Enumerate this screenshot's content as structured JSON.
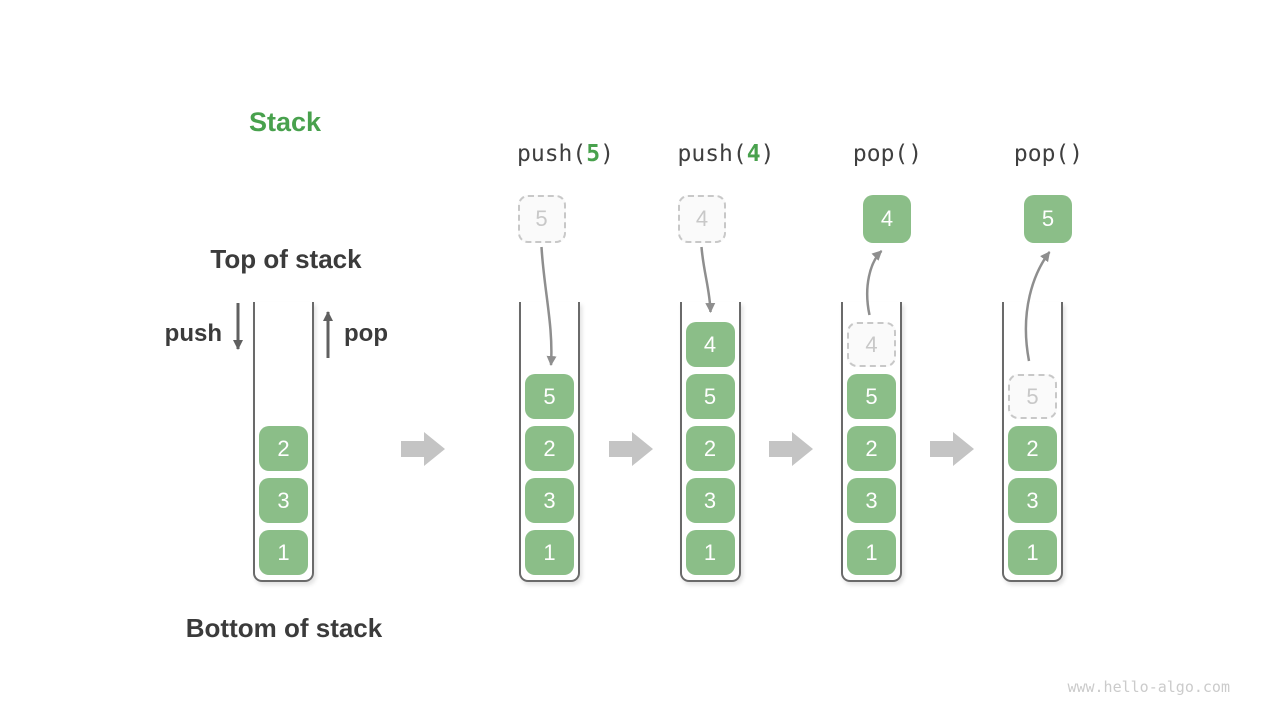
{
  "title": "Stack",
  "labels": {
    "top": "Top of stack",
    "bottom": "Bottom of stack",
    "push": "push",
    "pop": "pop"
  },
  "watermark": "www.hello-algo.com",
  "colors": {
    "box_green": "#8BBE88",
    "accent_green": "#48A14D",
    "dark_text": "#3b3b3b",
    "dashed_gray": "#c8c8c8",
    "wall_gray": "#6a6a6a",
    "curved_arrow_gray": "#8e8e8e",
    "straight_arrow_gray": "#606060",
    "block_arrow_gray": "#c4c4c4",
    "watermark_gray": "#cbcbcb"
  },
  "columns": [
    {
      "id": "initial",
      "op_parts": [],
      "floating": null,
      "stack_top_to_bottom": [
        {
          "value": "2",
          "dashed": false
        },
        {
          "value": "3",
          "dashed": false
        },
        {
          "value": "1",
          "dashed": false
        }
      ]
    },
    {
      "id": "push-5",
      "op_parts": [
        {
          "text": "push(",
          "green": false
        },
        {
          "text": "5",
          "green": true
        },
        {
          "text": ")",
          "green": false
        }
      ],
      "floating": {
        "value": "5",
        "dashed": true
      },
      "stack_top_to_bottom": [
        {
          "value": "5",
          "dashed": false
        },
        {
          "value": "2",
          "dashed": false
        },
        {
          "value": "3",
          "dashed": false
        },
        {
          "value": "1",
          "dashed": false
        }
      ]
    },
    {
      "id": "push-4",
      "op_parts": [
        {
          "text": "push(",
          "green": false
        },
        {
          "text": "4",
          "green": true
        },
        {
          "text": ")",
          "green": false
        }
      ],
      "floating": {
        "value": "4",
        "dashed": true
      },
      "stack_top_to_bottom": [
        {
          "value": "4",
          "dashed": false
        },
        {
          "value": "5",
          "dashed": false
        },
        {
          "value": "2",
          "dashed": false
        },
        {
          "value": "3",
          "dashed": false
        },
        {
          "value": "1",
          "dashed": false
        }
      ]
    },
    {
      "id": "pop-4",
      "op_parts": [
        {
          "text": "pop()",
          "green": false
        }
      ],
      "floating": {
        "value": "4",
        "dashed": false
      },
      "stack_top_to_bottom": [
        {
          "value": "4",
          "dashed": true
        },
        {
          "value": "5",
          "dashed": false
        },
        {
          "value": "2",
          "dashed": false
        },
        {
          "value": "3",
          "dashed": false
        },
        {
          "value": "1",
          "dashed": false
        }
      ]
    },
    {
      "id": "pop-5",
      "op_parts": [
        {
          "text": "pop()",
          "green": false
        }
      ],
      "floating": {
        "value": "5",
        "dashed": false
      },
      "stack_top_to_bottom": [
        {
          "value": "5",
          "dashed": true
        },
        {
          "value": "2",
          "dashed": false
        },
        {
          "value": "3",
          "dashed": false
        },
        {
          "value": "1",
          "dashed": false
        }
      ]
    }
  ]
}
